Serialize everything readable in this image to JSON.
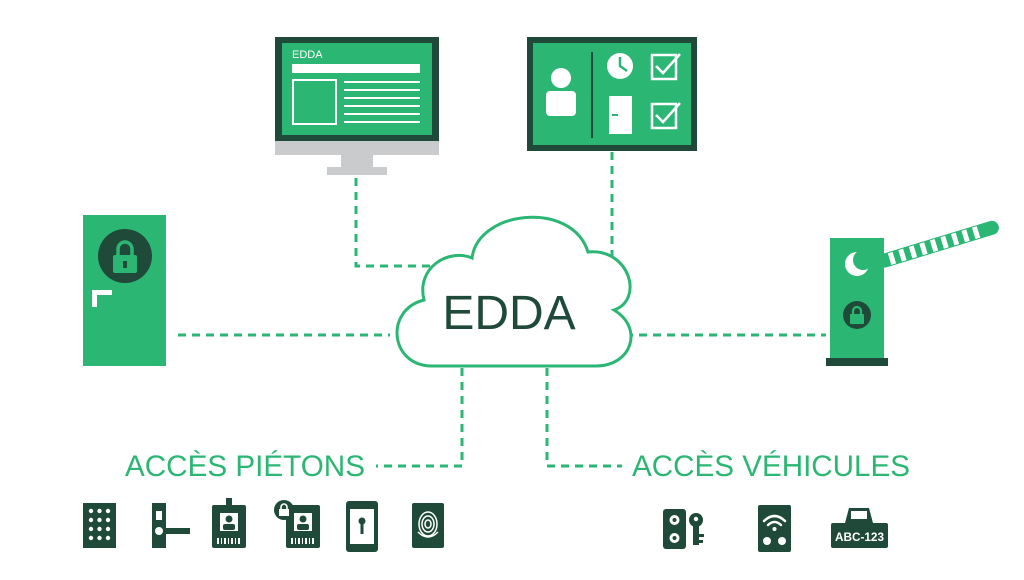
{
  "cloud": {
    "label": "EDDA"
  },
  "monitor": {
    "title": "EDDA"
  },
  "sections": {
    "pedestrian": "ACCÈS PIÉTONS",
    "vehicle": "ACCÈS VÉHICULES"
  },
  "plate": {
    "text": "ABC-123"
  },
  "colors": {
    "green": "#2bb673",
    "dark": "#1f4a3a",
    "gray": "#c9cbcc"
  }
}
